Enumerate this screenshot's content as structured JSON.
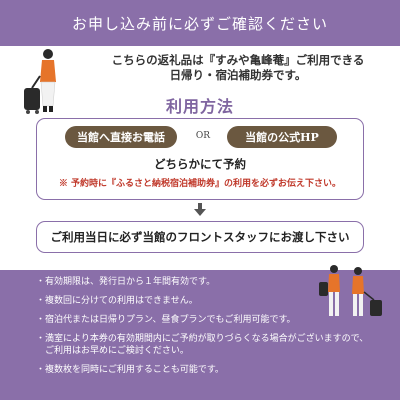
{
  "banner": {
    "title": "お申し込み前に必ずご確認ください"
  },
  "intro": {
    "line1": "こちらの返礼品は『すみや亀峰菴』ご利用できる",
    "line2": "日帰り・宿泊補助券です。"
  },
  "usage": {
    "title": "利用方法",
    "option1": "当館へ直接お電話",
    "or": "OR",
    "option2": "当館の公式HP",
    "either": "どちらかにて予約",
    "note": "※ 予約時に『ふるさと納税宿泊補助券』の利用を必ずお伝え下さい。",
    "handover": "ご利用当日に必ず当館のフロントスタッフにお渡し下さい"
  },
  "rules": [
    "・有効期限は、発行日から１年間有効です。",
    "・複数回に分けての利用はできません。",
    "・宿泊代または日帰りプラン、昼食プランでもご利用可能です。",
    "・満室により本券の有効期間内にご予約が取りづらくなる場合がございますので、",
    "　ご利用はお早めにご検討ください。",
    "・複数枚を同時にご利用することも可能です。"
  ],
  "colors": {
    "accent": "#8a6fa9",
    "pill": "#6b5840",
    "note": "#c0392b"
  },
  "icons": {
    "arrow": "down-arrow-icon",
    "traveler_left": "traveler-icon",
    "traveler_right": "travelers-icon"
  }
}
